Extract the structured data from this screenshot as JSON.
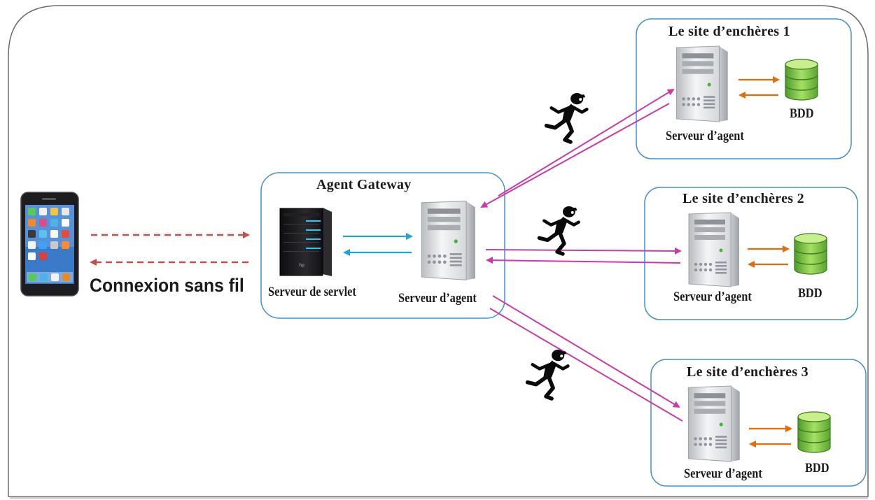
{
  "phone": {
    "connection_label": "Connexion sans fil"
  },
  "gateway": {
    "title": "Agent Gateway",
    "servlet_label": "Serveur de servlet",
    "agent_server_label": "Serveur d’agent"
  },
  "sites": [
    {
      "title": "Le site  d’enchères 1",
      "server_label": "Serveur d’agent",
      "db_label": "BDD"
    },
    {
      "title": "Le site  d’enchères 2",
      "server_label": "Serveur d’agent",
      "db_label": "BDD"
    },
    {
      "title": "Le site  d’enchères 3",
      "server_label": "Serveur d’agent",
      "db_label": "BDD"
    }
  ],
  "colors": {
    "dashed_arrow": "#c0504d",
    "gateway_arrow": "#1fa6d9",
    "agent_link": "#c93ca7",
    "db_arrow": "#e46c0a",
    "box_border": "#4a8fc7",
    "database": "#8fd14f"
  },
  "icons": [
    "smartphone-icon",
    "servlet-server-icon",
    "agent-server-icon",
    "database-icon",
    "running-agent-icon"
  ]
}
